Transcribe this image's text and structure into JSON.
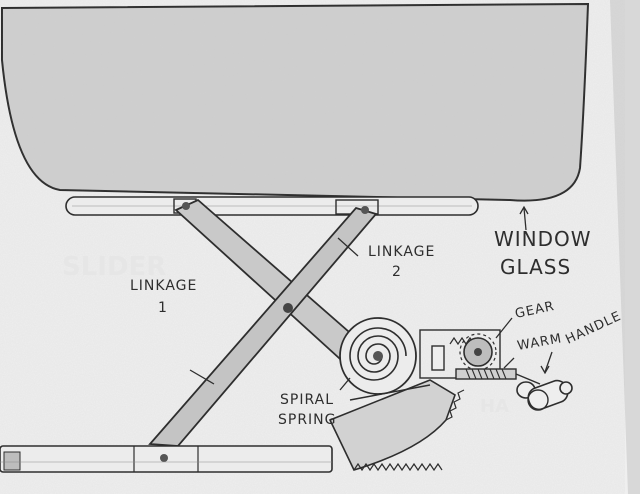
{
  "labels": {
    "window_glass_line1": "WINDOW",
    "window_glass_line2": "GLASS",
    "linkage2_line1": "LINKAGE",
    "linkage2_line2": "2",
    "linkage1_line1": "LINKAGE",
    "linkage1_line2": "1",
    "gear": "GEAR",
    "warm": "WARM",
    "handle": "HANDLE",
    "spiral_spring_line1": "SPIRAL",
    "spiral_spring_line2": "SPRING"
  },
  "faint_text": {
    "slider": "SLIDER",
    "handle_ghost": "HA"
  },
  "colors": {
    "paper": "#eeeeee",
    "pencil": "#2e2e2e",
    "shading": "#c9c9c9",
    "background_red": "#8a2a2e"
  }
}
